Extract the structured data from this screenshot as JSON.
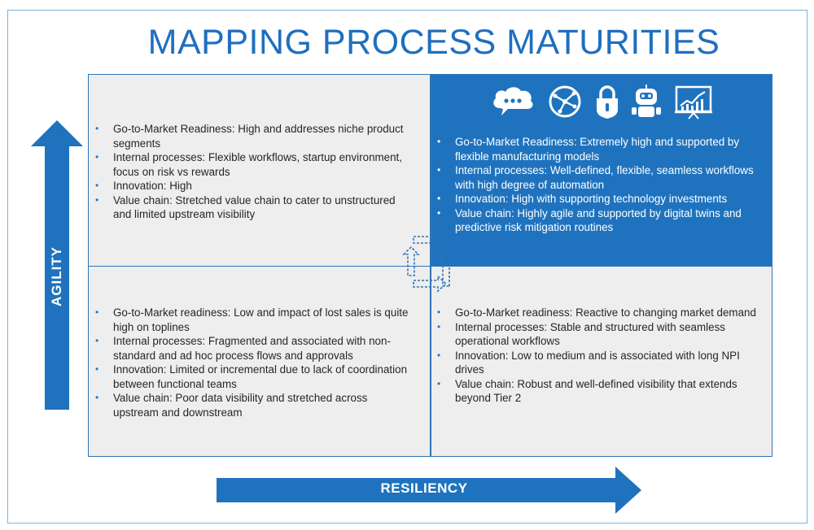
{
  "title": "MAPPING PROCESS MATURITIES",
  "axes": {
    "vertical_label": "AGILITY",
    "horizontal_label": "RESILIENCY"
  },
  "quadrants": {
    "top_left": {
      "bullets": [
        "Go-to-Market Readiness: High and  addresses niche product segments",
        "Internal processes: Flexible workflows, startup environment, focus on risk vs rewards",
        "Innovation: High",
        "Value chain: Stretched value chain to cater to unstructured and limited upstream visibility"
      ]
    },
    "top_right": {
      "icons": [
        "chat-cloud-icon",
        "network-globe-icon",
        "security-lock-icon",
        "robot-icon",
        "analytics-board-icon"
      ],
      "bullets": [
        "Go-to-Market Readiness: Extremely high and supported by flexible manufacturing models",
        "Internal processes: Well-defined, flexible, seamless workflows with high degree of automation",
        "Innovation: High with supporting technology investments",
        "Value chain: Highly agile and supported by digital twins and predictive risk mitigation routines"
      ]
    },
    "bottom_left": {
      "bullets": [
        "Go-to-Market readiness: Low and impact of lost sales is quite high on toplines",
        "Internal processes: Fragmented and associated with non-standard and ad hoc process flows and approvals",
        "Innovation: Limited or incremental due to lack of coordination between functional teams",
        "Value chain: Poor data visibility and stretched across upstream and downstream"
      ]
    },
    "bottom_right": {
      "bullets": [
        "Go-to-Market readiness: Reactive to changing market demand",
        "Internal processes: Stable and structured with seamless operational workflows",
        "Innovation: Low to medium and is associated with long NPI drives",
        "Value chain: Robust and well-defined visibility that extends beyond Tier 2"
      ]
    }
  },
  "colors": {
    "primary_blue": "#1f73be",
    "title_blue": "#1f6fbf",
    "quadrant_gray": "#eeeeee"
  }
}
